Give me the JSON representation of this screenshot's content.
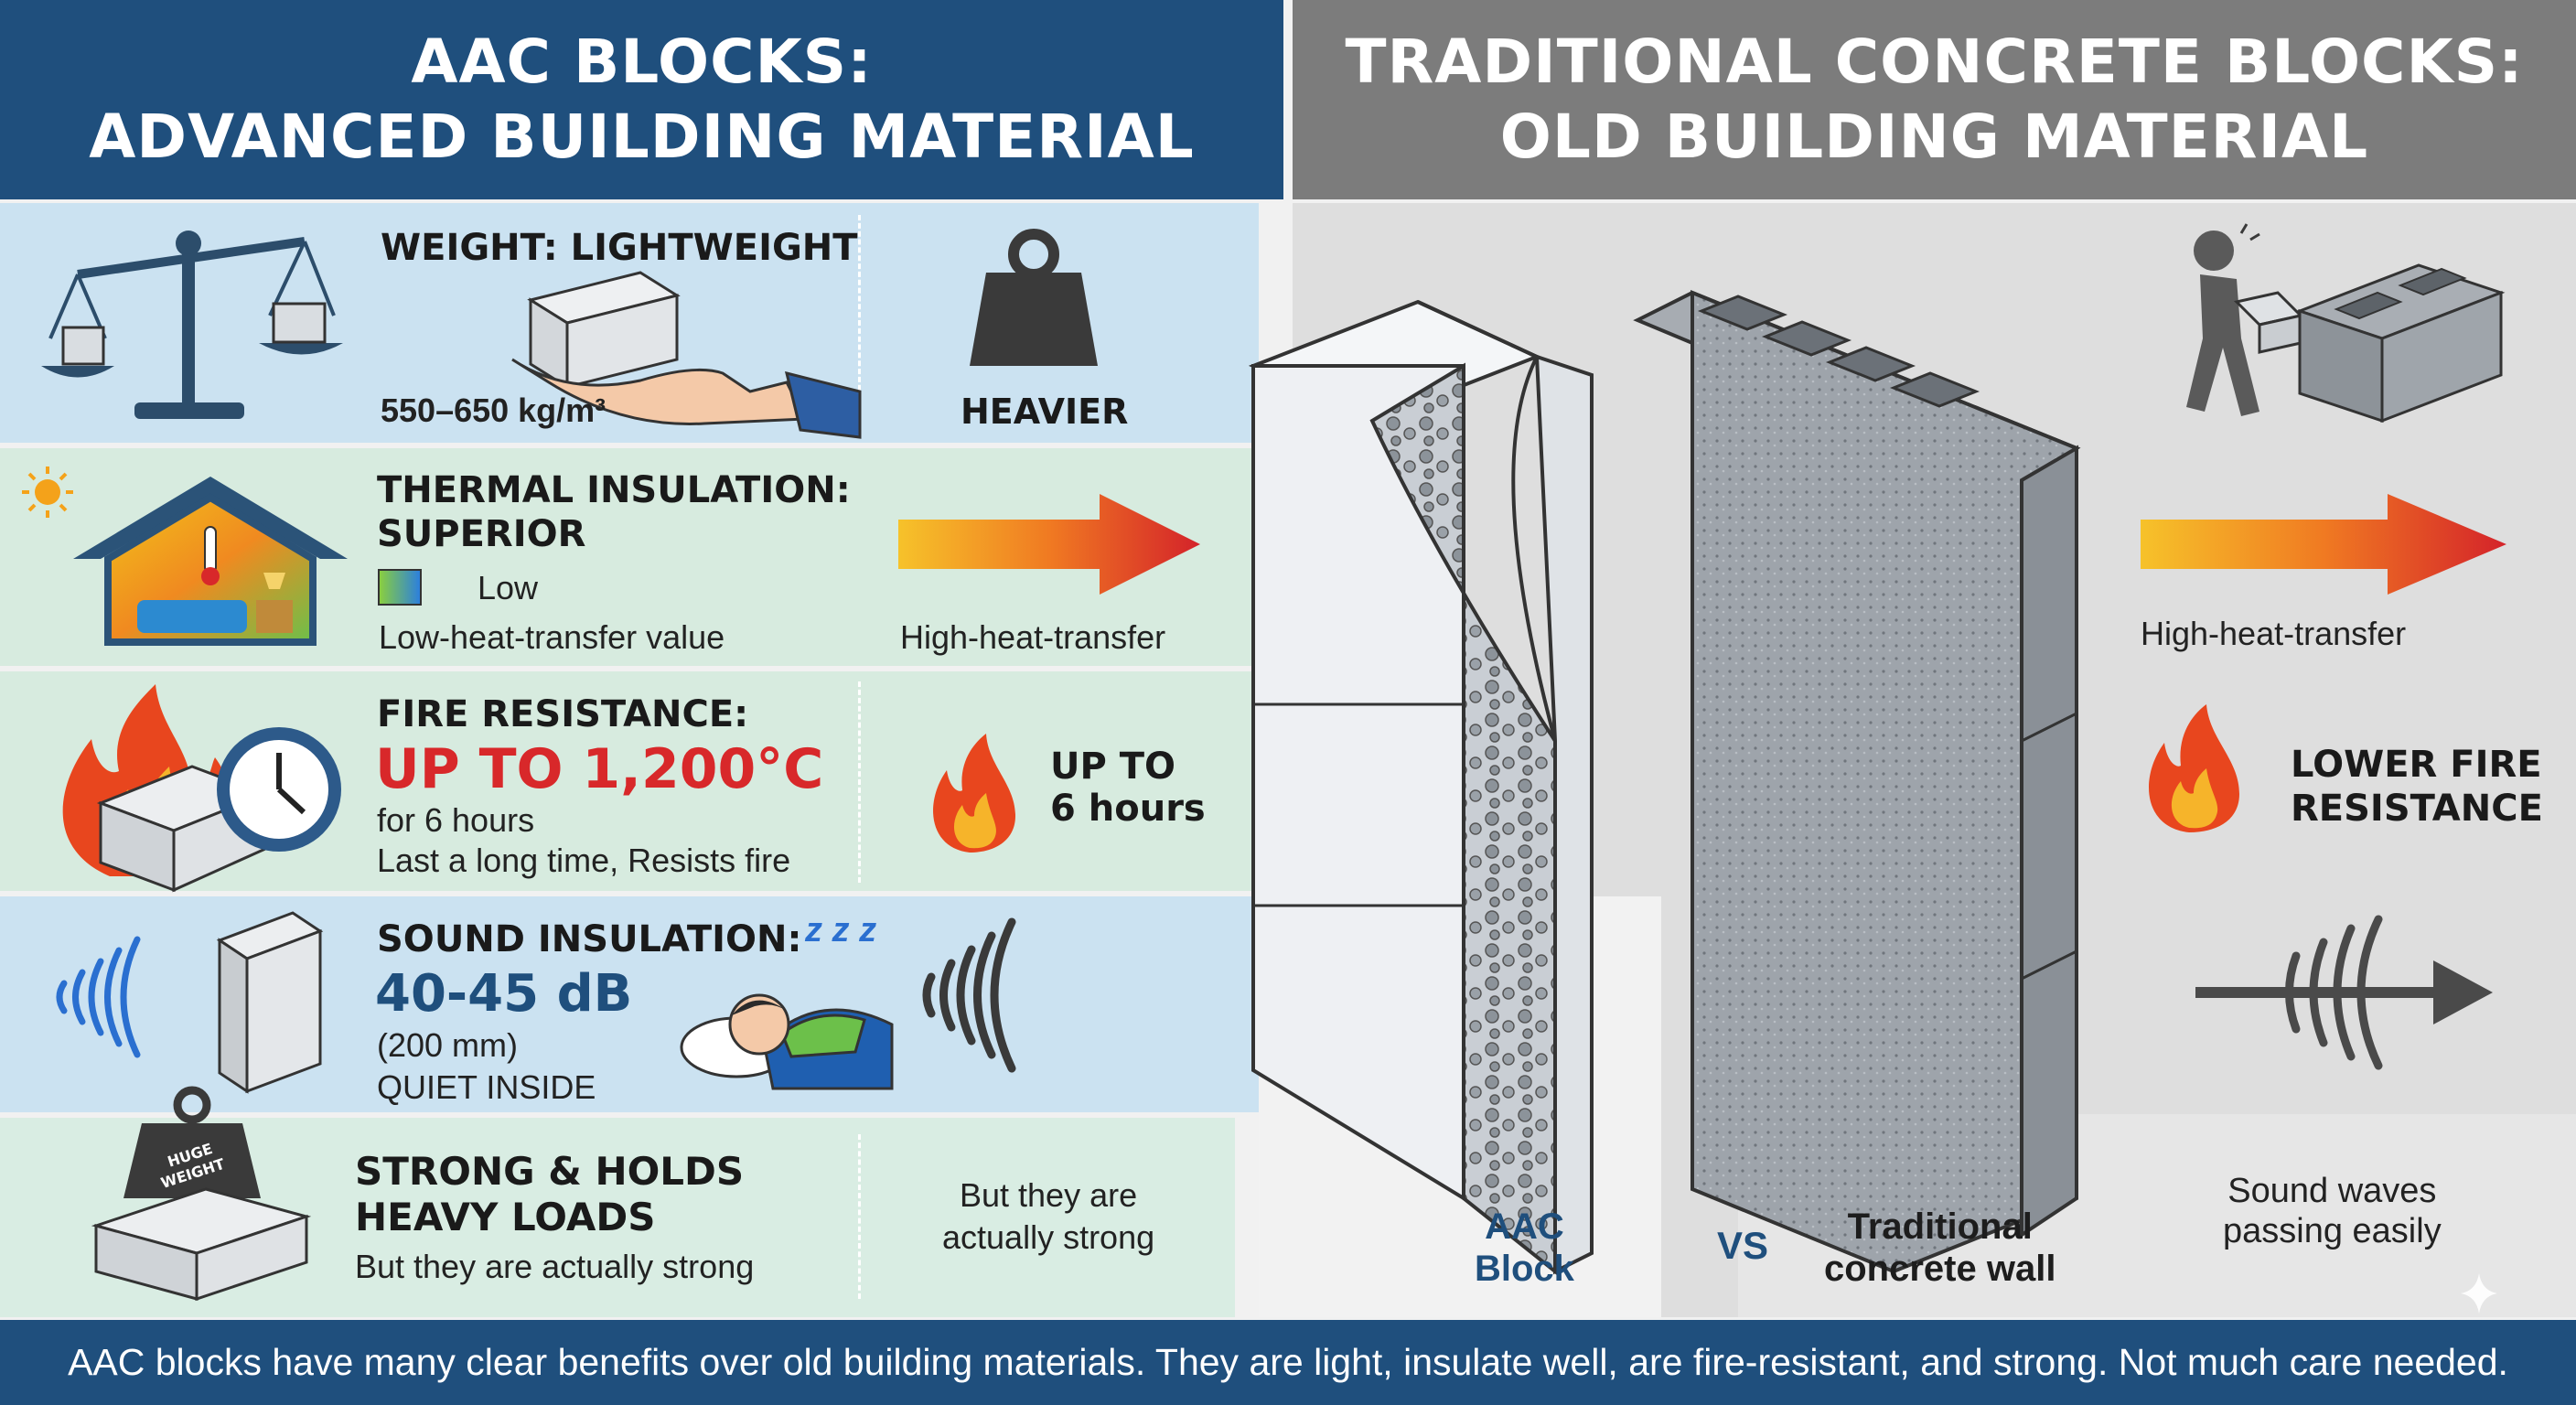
{
  "left_header": {
    "line1": "AAC BLOCKS:",
    "line2": "ADVANCED BUILDING MATERIAL"
  },
  "right_header": {
    "line1": "TRADITIONAL CONCRETE BLOCKS:",
    "line2": "OLD BUILDING MATERIAL"
  },
  "weight": {
    "heading": "WEIGHT: LIGHTWEIGHT",
    "density": "550–650 kg/m³",
    "traditional": "HEAVIER"
  },
  "thermal": {
    "heading_line1": "THERMAL INSULATION:",
    "heading_line2": "SUPERIOR",
    "legend": "Low",
    "value": "Low-heat-transfer value",
    "traditional": "High-heat-transfer",
    "right_label": "High-heat-transfer"
  },
  "fire": {
    "heading": "FIRE RESISTANCE:",
    "temp": "UP TO 1,200°C",
    "duration": "for 6 hours",
    "desc": "Last a long time, Resists fire",
    "traditional_line1": "UP TO",
    "traditional_line2": "6 hours",
    "right_line1": "LOWER FIRE",
    "right_line2": "RESISTANCE"
  },
  "sound": {
    "heading": "SOUND INSULATION:",
    "db": "40-45 dB",
    "thickness": "(200 mm)",
    "desc": "QUIET INSIDE",
    "zzz": "z z z",
    "right_line1": "Sound waves",
    "right_line2": "passing easily"
  },
  "strength": {
    "heading_line1": "STRONG & HOLDS",
    "heading_line2": "HEAVY LOADS",
    "desc": "But they are actually strong",
    "weight_label_line1": "HUGE",
    "weight_label_line2": "WEIGHT",
    "traditional_line1": "But they are",
    "traditional_line2": "actually strong"
  },
  "comparison": {
    "aac_line1": "AAC",
    "aac_line2": "Block",
    "vs": "VS",
    "trad_line1": "Traditional",
    "trad_line2": "concrete wall"
  },
  "footer": "AAC blocks have many clear benefits over old building materials. They are light, insulate well, are fire-resistant, and strong. Not much care needed.",
  "colors": {
    "header_blue": "#1f4f7d",
    "header_gray": "#7c7c7c",
    "accent_red": "#d8282a",
    "db_blue": "#1f4f7d"
  }
}
